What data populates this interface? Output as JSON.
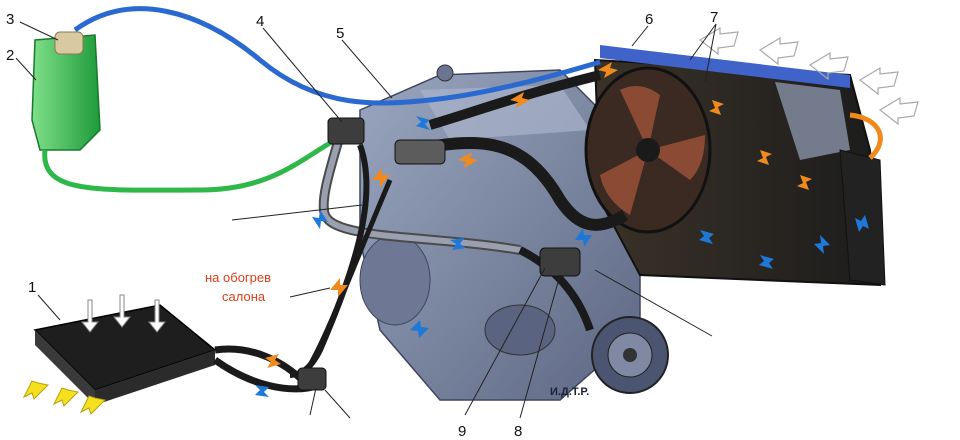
{
  "labels": {
    "n1": "1",
    "n2": "2",
    "n3": "3",
    "n4": "4",
    "n5": "5",
    "n6": "6",
    "n7": "7",
    "n8": "8",
    "n9": "9"
  },
  "caption": {
    "line1": "на обогрев",
    "line2": "салона"
  },
  "engine_mark": "И.Д.Т.Р.",
  "colors": {
    "hot": "#f08a1c",
    "cold": "#1e78d8",
    "tank": "#2fb84a",
    "hose": "#2a6ad0",
    "engine": "#7d8aa8",
    "radiator": "#2a2a2a"
  }
}
